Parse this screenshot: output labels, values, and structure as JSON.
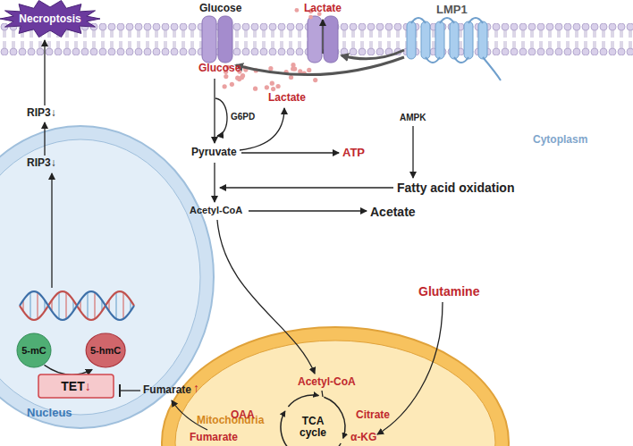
{
  "diagram": {
    "nodes": [
      {
        "text": [
          "Necroptosis"
        ]
      },
      {
        "text": [
          "Nucleus"
        ]
      },
      {
        "text": [
          "5-mC"
        ],
        "in": 1
      },
      {
        "text": [
          "5-hmC"
        ],
        "in": 1
      },
      {
        "text": [
          "TET",
          "↓"
        ],
        "in": 1
      },
      {
        "text": [
          "Mitochondria"
        ]
      },
      {
        "text": [
          "TCA cycle"
        ],
        "in": 5
      }
    ],
    "edges": [
      {
        "from": 2,
        "to": 3,
        "arrow": "to"
      }
    ],
    "labels": [
      "Glucose",
      "Lactate",
      "LMP1",
      "Glucose",
      "G6PD",
      "Lactate",
      "Pyruvate",
      "ATP",
      "AMPK",
      "Fatty acid oxidation",
      "Acetyl-CoA",
      "Acetate",
      "Cytoplasm",
      "RIP3↓",
      "RIP3↓",
      "Fumarate",
      "↑",
      "Glutamine",
      "Acetyl-CoA",
      "OAA",
      "Citrate",
      "Fumarate",
      "α-KG"
    ]
  }
}
